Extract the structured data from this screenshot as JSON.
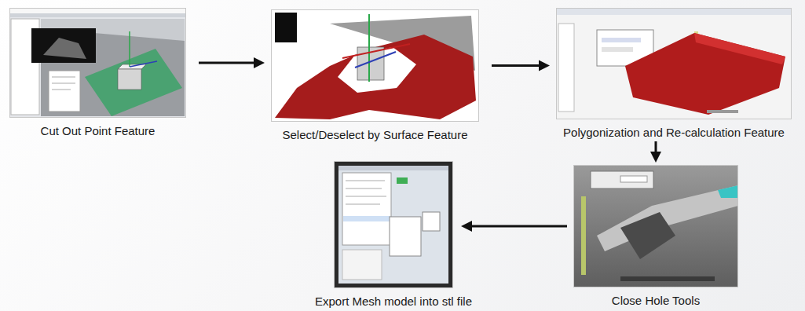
{
  "diagram": {
    "nodes": [
      {
        "text": [
          "Cut Out Point Feature"
        ]
      },
      {
        "text": [
          "Select/Deselect by Surface Feature"
        ]
      },
      {
        "text": [
          "Polygonization and Re-calculation Feature"
        ]
      },
      {
        "text": [
          "Close Hole Tools"
        ]
      },
      {
        "text": [
          "Export Mesh model into stl file"
        ]
      }
    ],
    "edges": [
      {
        "from": 0,
        "to": 1,
        "arrow": "to"
      },
      {
        "from": 1,
        "to": 2,
        "arrow": "to"
      },
      {
        "from": 2,
        "to": 3,
        "arrow": "to"
      },
      {
        "from": 3,
        "to": 4,
        "arrow": "to"
      }
    ]
  }
}
